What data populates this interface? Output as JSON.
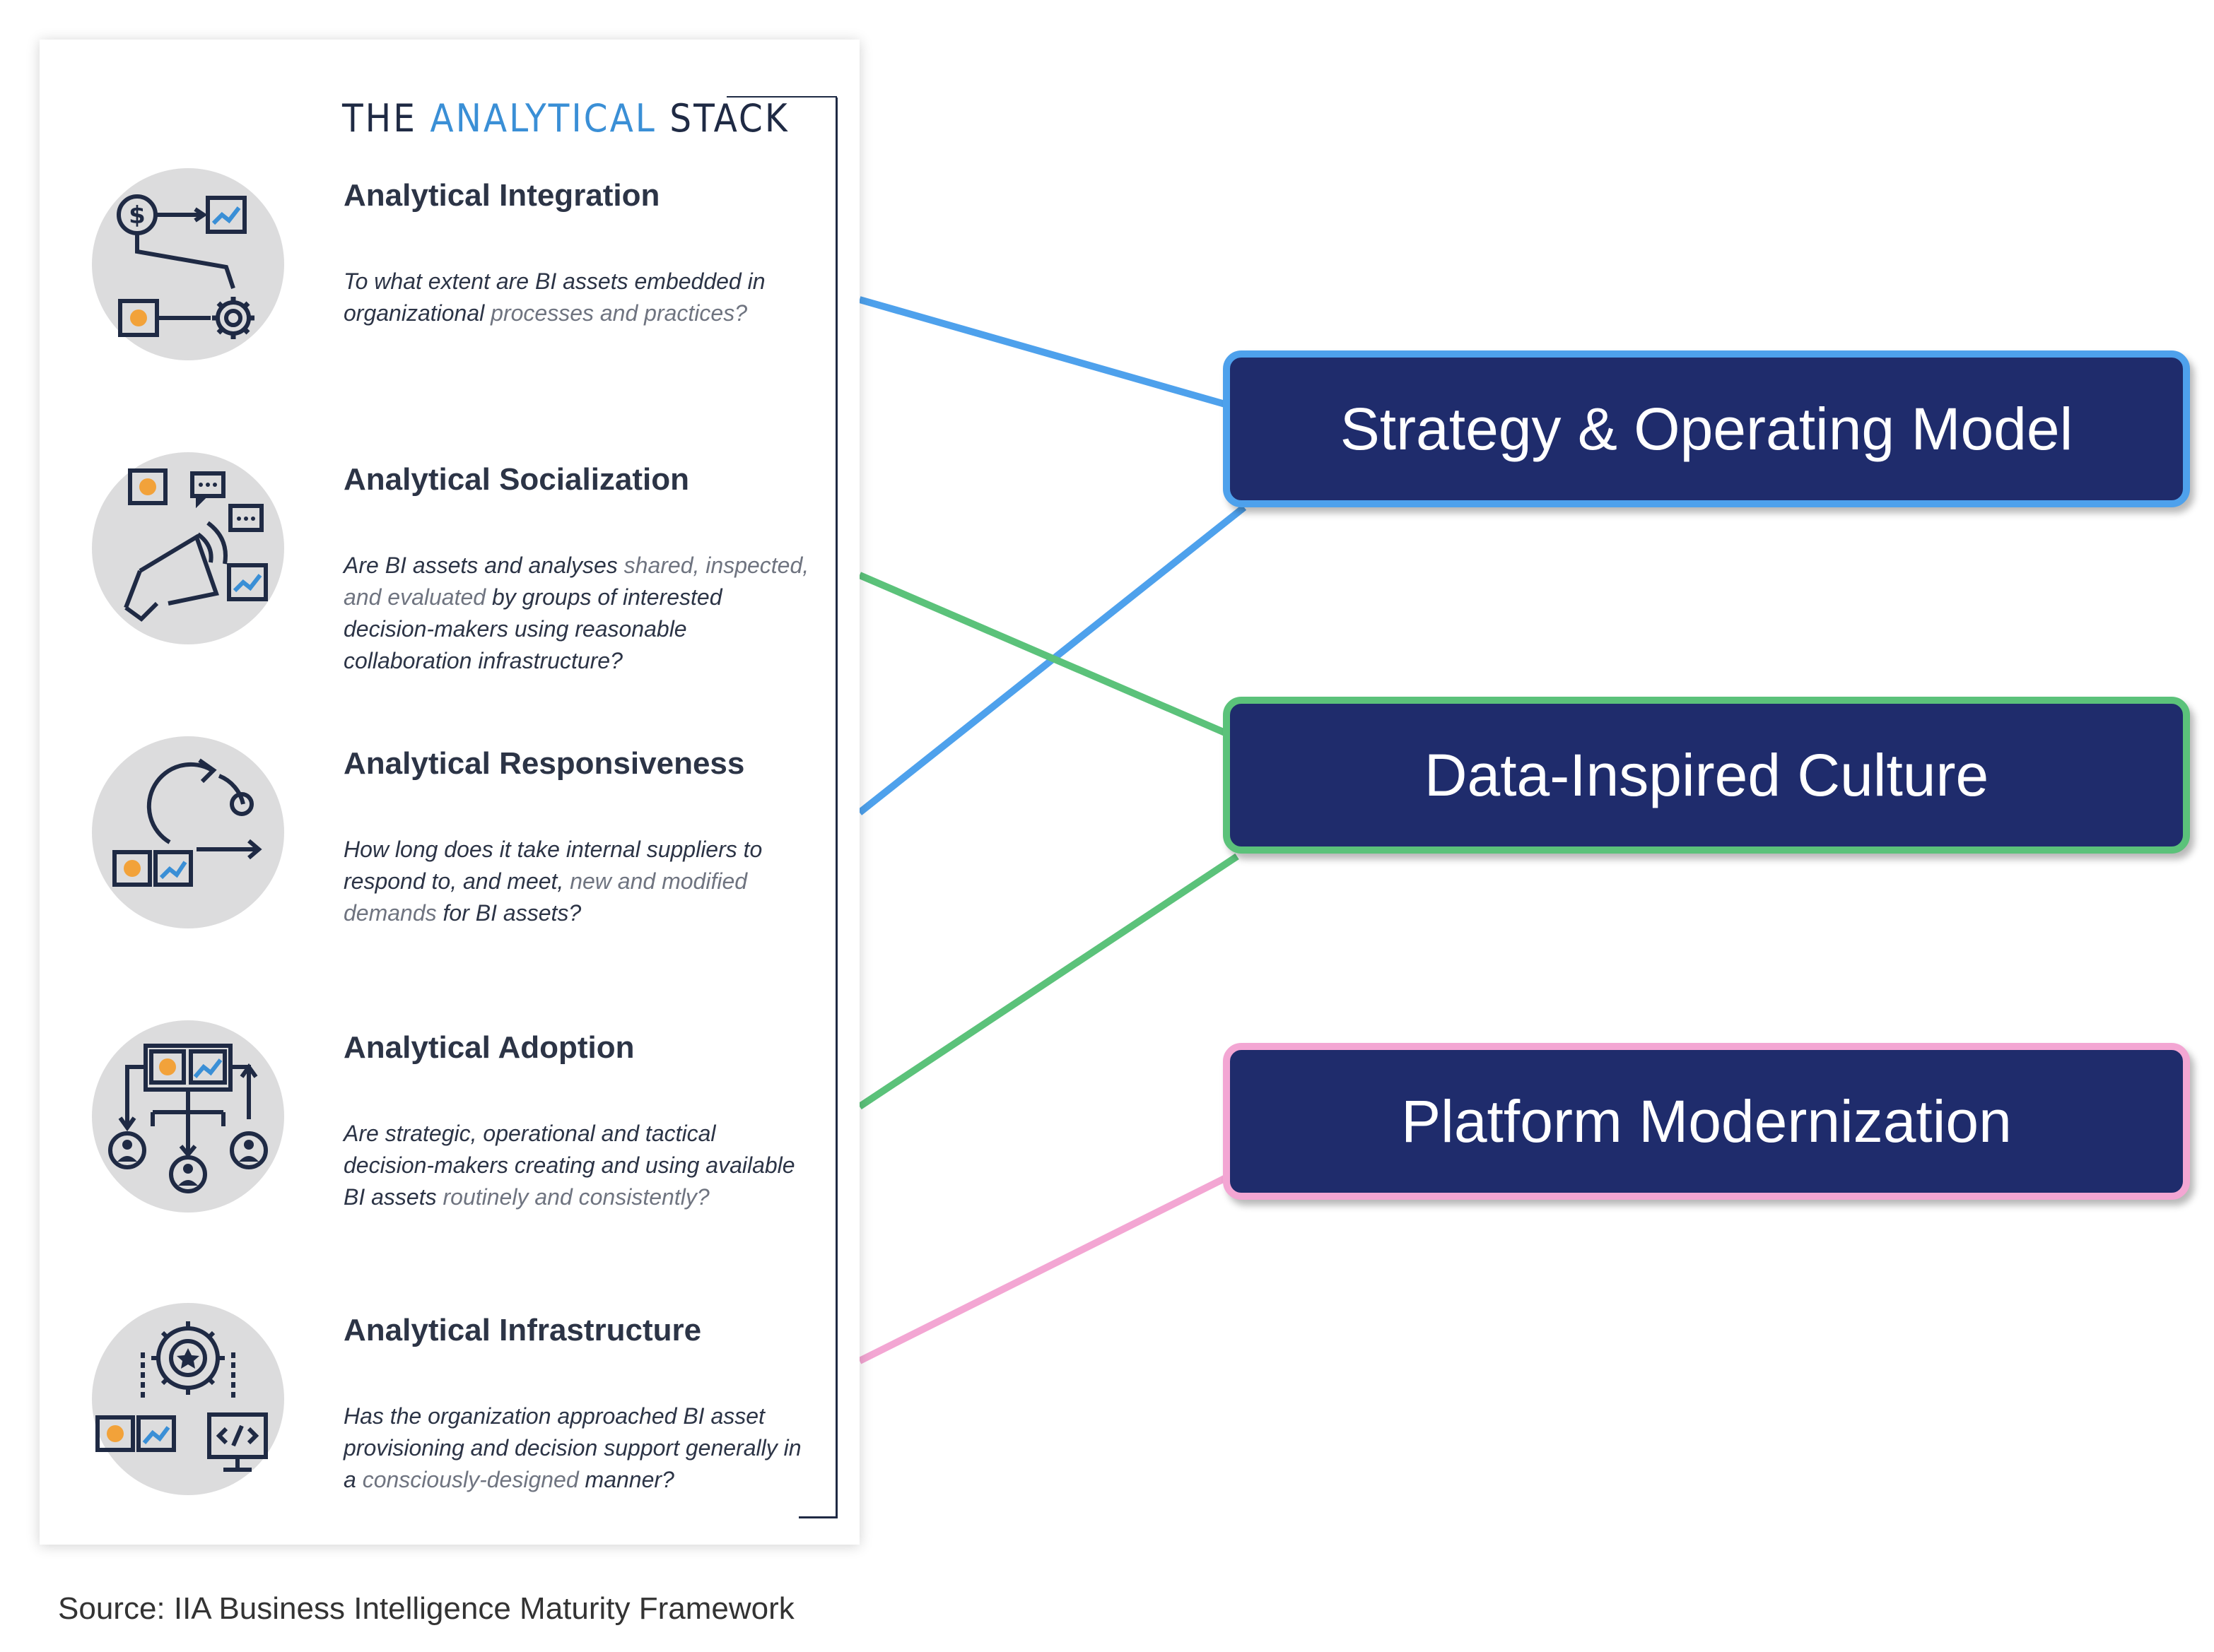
{
  "stack": {
    "title_pre": "THE",
    "title_accent": "ANALYTICAL",
    "title_post": "STACK",
    "accent_color": "#3a8fd6",
    "items": [
      {
        "title": "Analytical Integration",
        "desc_a": "To what extent are BI assets embedded in organizational",
        "desc_b": " processes and practices?",
        "desc_c": "",
        "desc_d": "",
        "icon": "money-flow-gear-icon"
      },
      {
        "title": "Analytical Socialization",
        "desc_a": "Are BI assets and analyses",
        "desc_b": " shared, inspected, and evaluated",
        "desc_c": " by groups of interested decision-makers using reasonable collaboration infrastructure?",
        "desc_d": "",
        "icon": "megaphone-icon"
      },
      {
        "title": "Analytical Responsiveness",
        "desc_a": "How long does it take internal suppliers to respond to, and meet,",
        "desc_b": " new and modified demands",
        "desc_c": " for BI assets?",
        "desc_d": "",
        "icon": "refresh-cycle-icon"
      },
      {
        "title": "Analytical Adoption",
        "desc_a": "Are strategic, operational and tactical decision-makers creating and using available BI assets",
        "desc_b": " routinely and consistently?",
        "desc_c": "",
        "desc_d": "",
        "icon": "users-dashboard-icon"
      },
      {
        "title": "Analytical Infrastructure",
        "desc_a": "Has the organization approached BI asset provisioning and decision support generally in a",
        "desc_b": " consciously-designed",
        "desc_c": " manner?",
        "desc_d": "",
        "icon": "gear-code-monitor-icon"
      }
    ]
  },
  "boxes": [
    {
      "label": "Strategy & Operating Model",
      "border_color": "#4ea1ec"
    },
    {
      "label": "Data-Inspired Culture",
      "border_color": "#5bc27a"
    },
    {
      "label": "Platform Modernization",
      "border_color": "#f3a6d3"
    }
  ],
  "box_fill_color": "#1f2c6c",
  "source": "Source: IIA Business Intelligence Maturity Framework"
}
